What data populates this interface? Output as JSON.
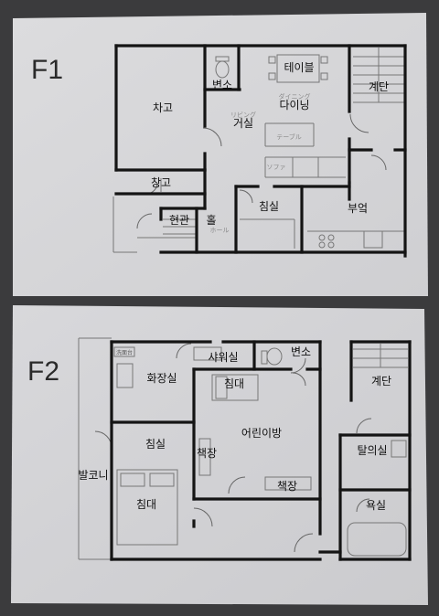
{
  "sheets": [
    {
      "id": "f1",
      "floor_label": "F1",
      "rooms": [
        {
          "key": "garage",
          "label": "차고"
        },
        {
          "key": "toilet",
          "label": "변소"
        },
        {
          "key": "table",
          "label": "테이블"
        },
        {
          "key": "dining",
          "label": "다이닝"
        },
        {
          "key": "stairs",
          "label": "계단"
        },
        {
          "key": "living",
          "label": "거실"
        },
        {
          "key": "storage",
          "label": "창고"
        },
        {
          "key": "entrance",
          "label": "현관"
        },
        {
          "key": "hall",
          "label": "홀"
        },
        {
          "key": "bedroom",
          "label": "침실"
        },
        {
          "key": "kitchen",
          "label": "부엌"
        }
      ],
      "faint_labels": [
        {
          "key": "dining-jp",
          "text": "ダイニング"
        },
        {
          "key": "living-jp",
          "text": "リビング"
        },
        {
          "key": "table-jp",
          "text": "テーブル"
        },
        {
          "key": "sofa-jp",
          "text": "ソファ"
        },
        {
          "key": "hall-jp",
          "text": "ホール"
        }
      ]
    },
    {
      "id": "f2",
      "floor_label": "F2",
      "rooms": [
        {
          "key": "shower",
          "label": "샤워실"
        },
        {
          "key": "toilet",
          "label": "변소"
        },
        {
          "key": "stairs",
          "label": "계단"
        },
        {
          "key": "washroom",
          "label": "화장실"
        },
        {
          "key": "kidbed",
          "label": "침대"
        },
        {
          "key": "kidsroom",
          "label": "어린이방"
        },
        {
          "key": "bedroom",
          "label": "침실"
        },
        {
          "key": "shelf1",
          "label": "책장"
        },
        {
          "key": "dressing",
          "label": "탈의실"
        },
        {
          "key": "balcony",
          "label": "발코니"
        },
        {
          "key": "shelf2",
          "label": "책장"
        },
        {
          "key": "bed",
          "label": "침대"
        },
        {
          "key": "bath",
          "label": "욕실"
        }
      ],
      "faint_labels": [
        {
          "key": "basin-jp",
          "text": "洗面台"
        }
      ]
    }
  ]
}
